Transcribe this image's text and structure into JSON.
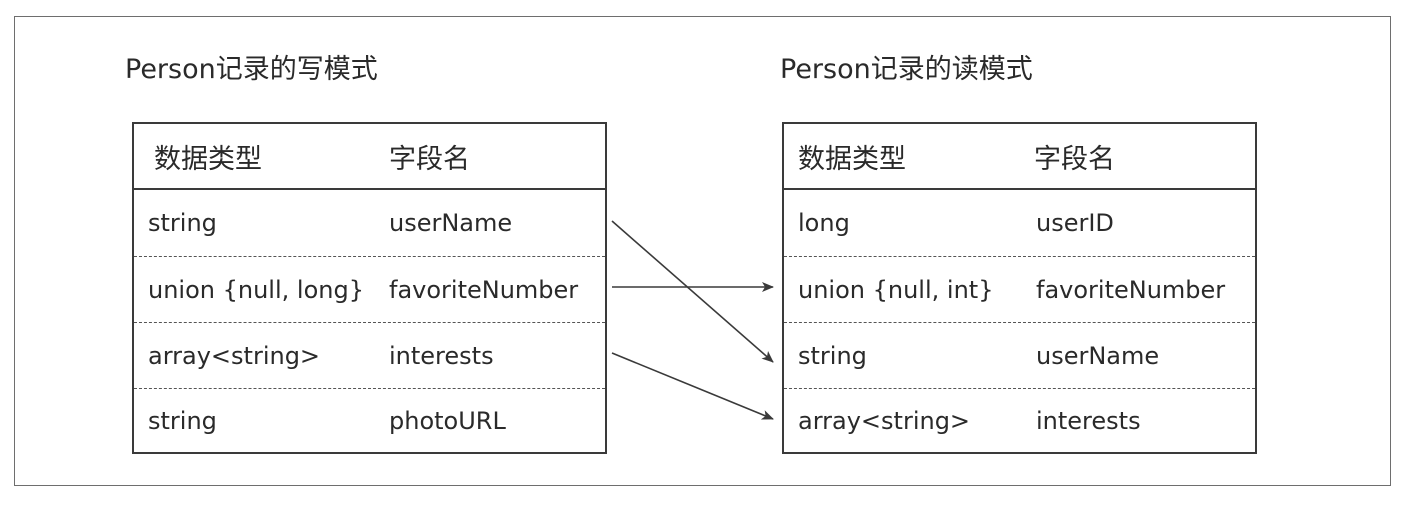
{
  "writer_schema": {
    "title": "Person记录的写模式",
    "header": {
      "type": "数据类型",
      "field": "字段名"
    },
    "rows": [
      {
        "type": "string",
        "field": "userName"
      },
      {
        "type": "union {null, long}",
        "field": "favoriteNumber"
      },
      {
        "type": "array<string>",
        "field": "interests"
      },
      {
        "type": "string",
        "field": "photoURL"
      }
    ]
  },
  "reader_schema": {
    "title": "Person记录的读模式",
    "header": {
      "type": "数据类型",
      "field": "字段名"
    },
    "rows": [
      {
        "type": "long",
        "field": "userID"
      },
      {
        "type": "union {null, int}",
        "field": "favoriteNumber"
      },
      {
        "type": "string",
        "field": "userName"
      },
      {
        "type": "array<string>",
        "field": "interests"
      }
    ]
  },
  "colors": {
    "border": "#3a3a3a",
    "frame": "#6e6e6e",
    "text": "#2a2a2a"
  }
}
